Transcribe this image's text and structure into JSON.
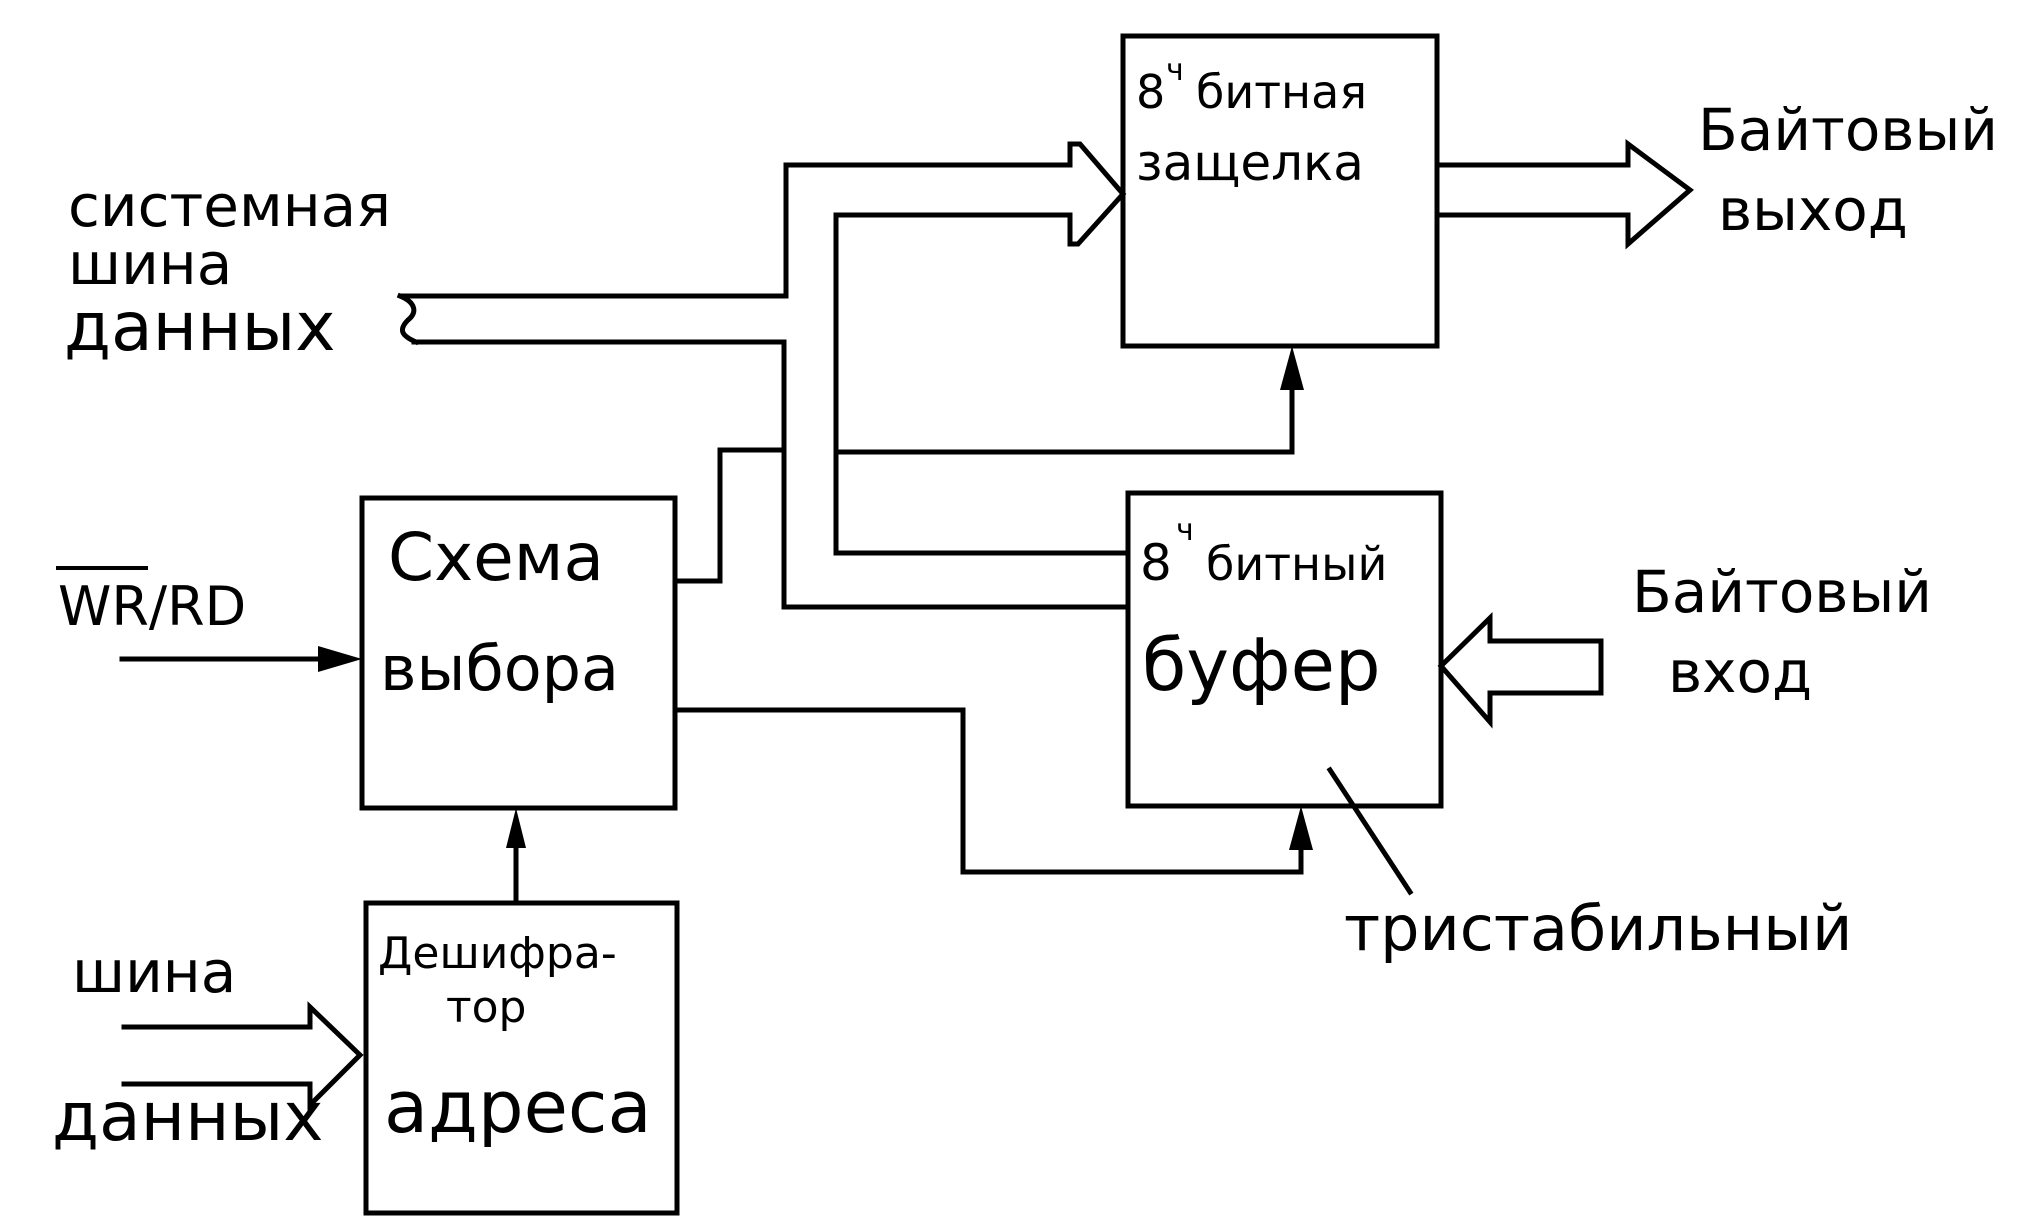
{
  "blocks": {
    "latch": {
      "line1_num": "8",
      "line1_sup": "ч",
      "line1_text": "битная",
      "line2": "защелка"
    },
    "buffer": {
      "line1_num": "8",
      "line1_sup": "ч",
      "line1_text": "битный",
      "line2": "буфер"
    },
    "select": {
      "line1": "Схема",
      "line2": "выбора"
    },
    "decoder": {
      "line1": "Дешифра-",
      "line2": "тор",
      "line3": "адреса"
    }
  },
  "labels": {
    "system_bus": [
      "системная",
      "шина",
      "данных"
    ],
    "byte_output": [
      "Байтовый",
      "выход"
    ],
    "byte_input": [
      "Байтовый",
      "вход"
    ],
    "wr_rd": {
      "wr": "WR",
      "rest": "/RD"
    },
    "tristate": "тристабильный",
    "data_bus": [
      "шина",
      "данных"
    ]
  },
  "colors": {
    "ink": "#000000",
    "paper": "#ffffff"
  }
}
